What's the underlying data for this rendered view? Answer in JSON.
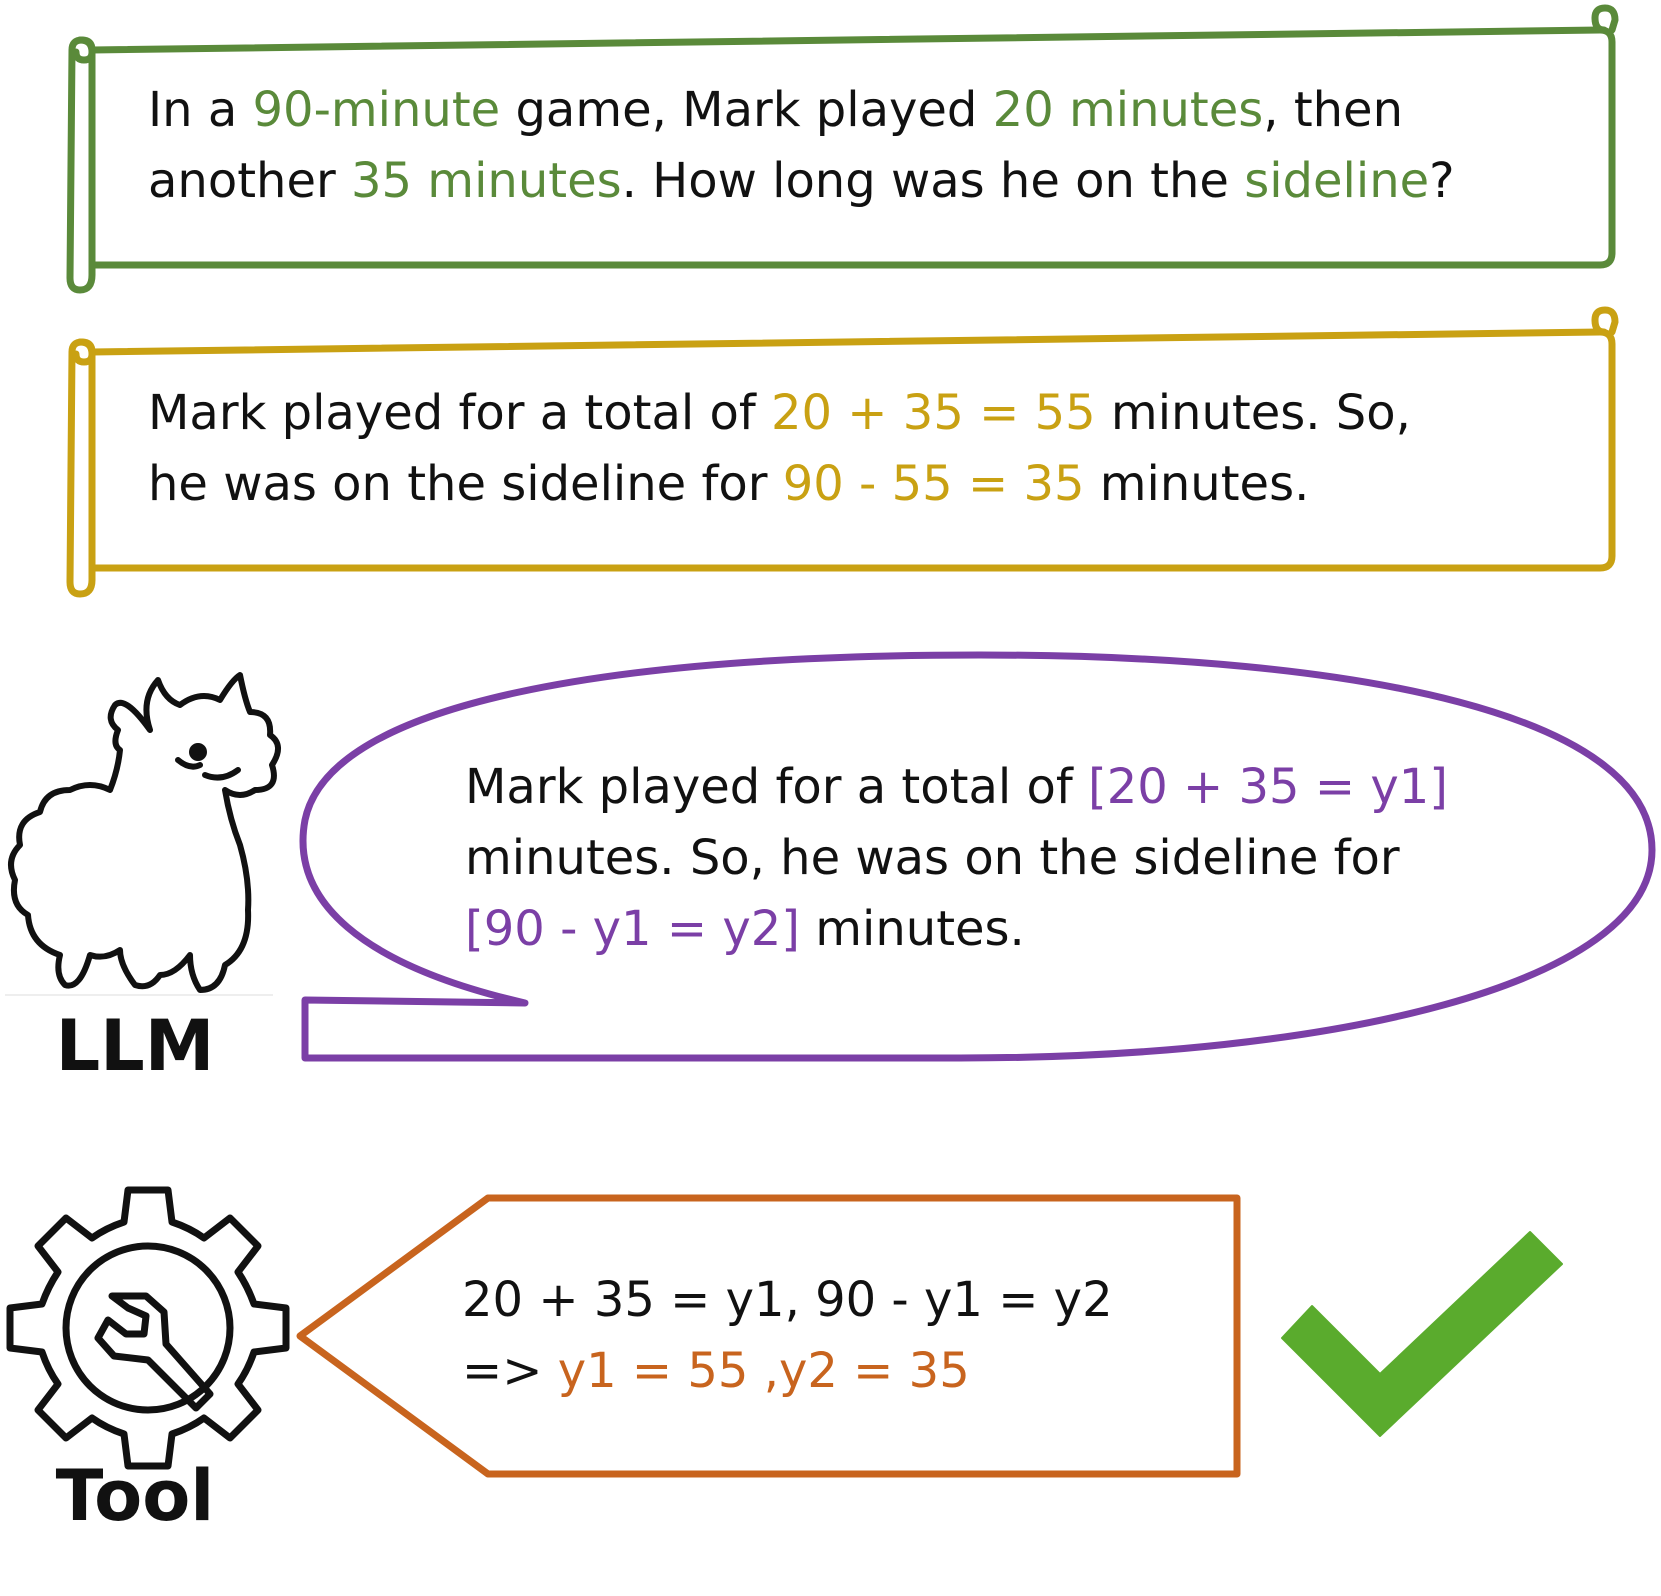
{
  "colors": {
    "question": "#5a8a3a",
    "answer": "#c9a113",
    "llm": "#7b3fa6",
    "tool": "#c8641e",
    "check": "#5aab2d"
  },
  "question_box": {
    "line1": {
      "p1": "In a ",
      "h1": "90-minute",
      "p2": " game, Mark played ",
      "h2": "20 minutes",
      "p3": ", then"
    },
    "line2": {
      "p1": "another ",
      "h1": "35 minutes",
      "p2": ". How long was he on the ",
      "h2": "sideline",
      "p3": "?"
    }
  },
  "answer_box": {
    "line1": {
      "p1": "Mark played for a total of ",
      "h1": "20 + 35 = 55",
      "p2": " minutes. So,"
    },
    "line2": {
      "p1": "he was on the sideline for ",
      "h1": "90 - 55 = 35",
      "p2": " minutes."
    }
  },
  "llm_bubble": {
    "line1": {
      "p1": "Mark played for a total of ",
      "h1": "[20 + 35 = y1]"
    },
    "line2": {
      "p1": "minutes. So, he was on the sideline for"
    },
    "line3": {
      "h1": "[90 - y1 = y2]",
      "p1": " minutes."
    }
  },
  "tool_box": {
    "line1": "20 + 35 = y1, 90 - y1 = y2",
    "line2": {
      "p1": "=> ",
      "h1": "y1 = 55 ,y2 = 35"
    }
  },
  "labels": {
    "llm": "LLM",
    "tool": "Tool"
  },
  "icons": {
    "llm": "alpaca-icon",
    "tool": "gear-wrench-icon",
    "result": "checkmark-icon"
  }
}
